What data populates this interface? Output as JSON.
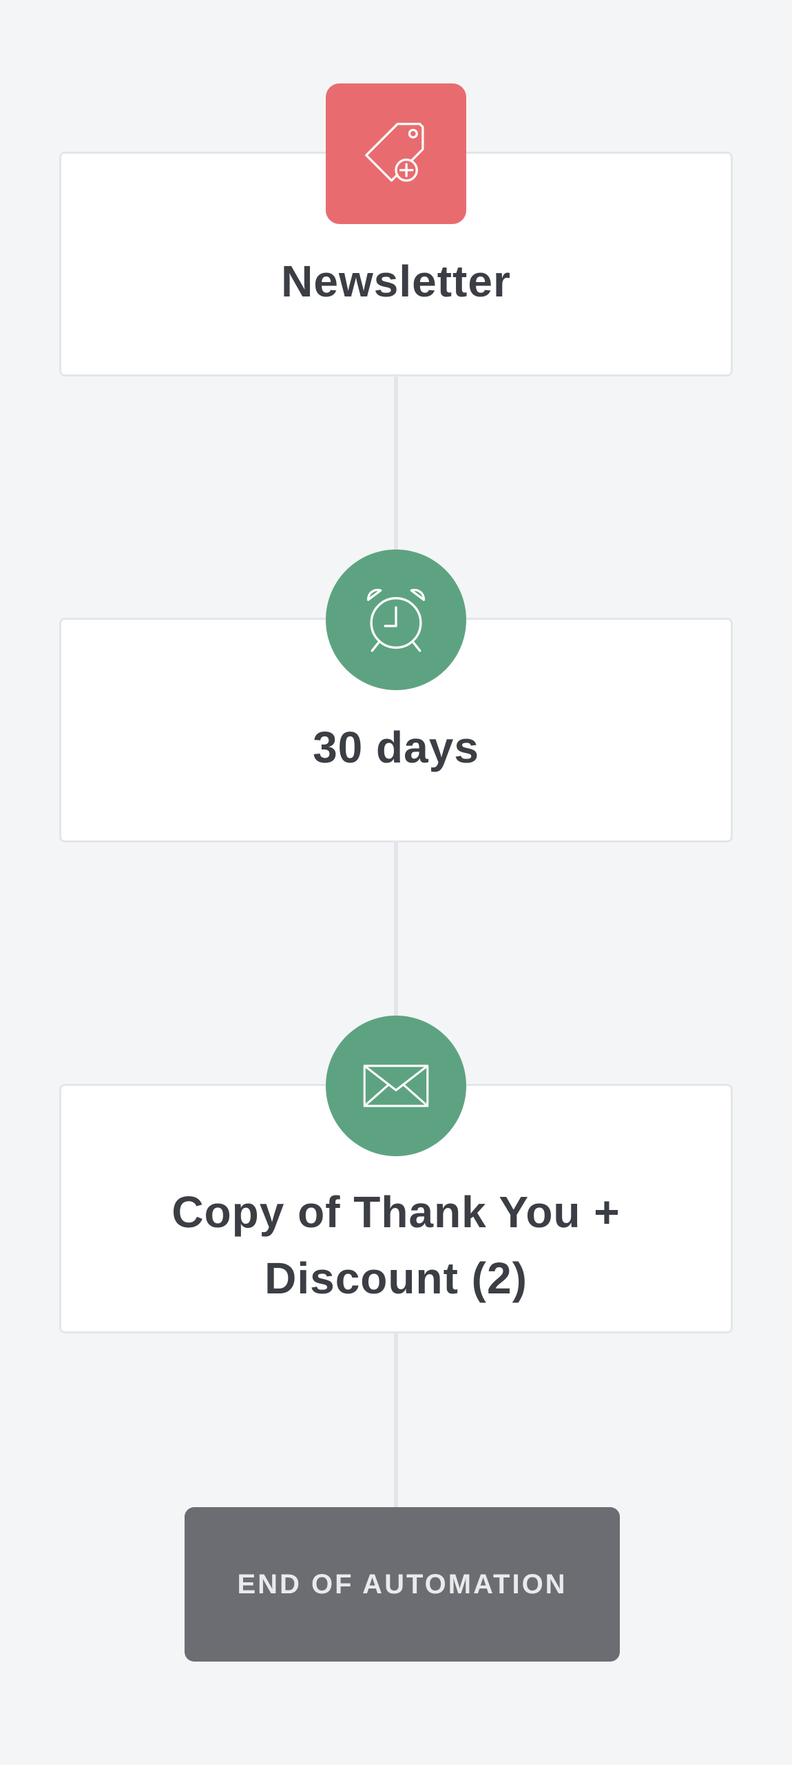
{
  "colors": {
    "background": "#f4f5f7",
    "trigger_accent": "#e86c6f",
    "action_accent": "#5ea381",
    "end_button": "#6b6d72",
    "connector": "#e3e5e9",
    "card_border": "#e3e6ea"
  },
  "steps": [
    {
      "type": "trigger",
      "icon": "tag-add-icon",
      "label": "Newsletter"
    },
    {
      "type": "delay",
      "icon": "alarm-clock-icon",
      "label": "30 days"
    },
    {
      "type": "email",
      "icon": "envelope-icon",
      "label_line1": "Copy of Thank You +",
      "label_line2": "Discount (2)"
    }
  ],
  "end": {
    "label": "END OF AUTOMATION"
  }
}
